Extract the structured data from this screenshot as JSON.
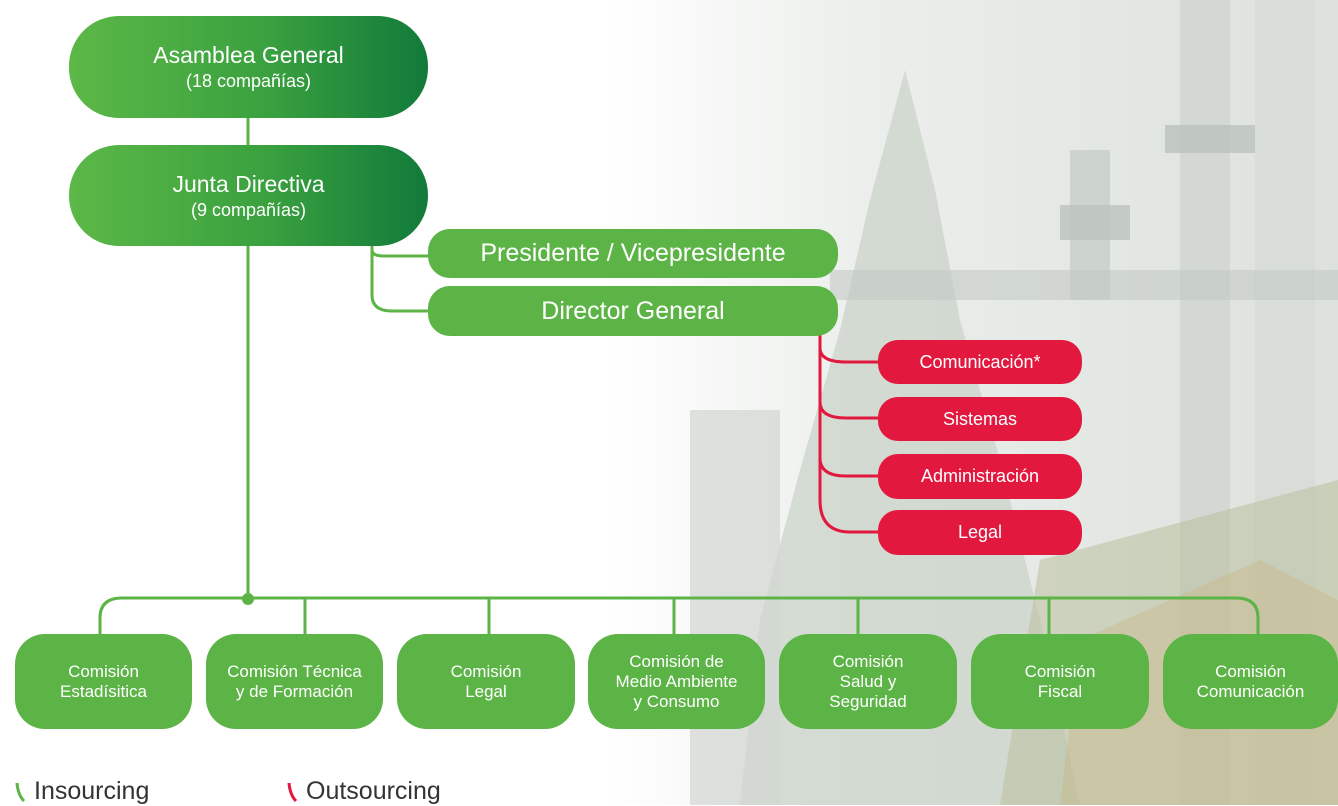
{
  "top": {
    "title": "Asamblea General",
    "subtitle": "(18 compañías)"
  },
  "board": {
    "title": "Junta Directiva",
    "subtitle": "(9 compañías)"
  },
  "roles": [
    {
      "label": "Presidente / Vicepresidente"
    },
    {
      "label": "Director General"
    }
  ],
  "outsourced_units": [
    {
      "label": "Comunicación*"
    },
    {
      "label": "Sistemas"
    },
    {
      "label": "Administración"
    },
    {
      "label": "Legal"
    }
  ],
  "commissions": [
    {
      "line1": "Comisión",
      "line2": "Estadísitica",
      "line3": ""
    },
    {
      "line1": "Comisión Técnica",
      "line2": "y de Formación",
      "line3": ""
    },
    {
      "line1": "Comisión",
      "line2": "Legal",
      "line3": ""
    },
    {
      "line1": "Comisión de",
      "line2": "Medio Ambiente",
      "line3": "y Consumo"
    },
    {
      "line1": "Comisión",
      "line2": "Salud y",
      "line3": "Seguridad"
    },
    {
      "line1": "Comisión",
      "line2": "Fiscal",
      "line3": ""
    },
    {
      "line1": "Comisión",
      "line2": "Comunicación",
      "line3": ""
    }
  ],
  "legend": {
    "insourcing": "Insourcing",
    "outsourcing": "Outsourcing"
  },
  "colors": {
    "green": "#5cb446",
    "dark_green": "#117a3a",
    "red": "#e3183f"
  }
}
